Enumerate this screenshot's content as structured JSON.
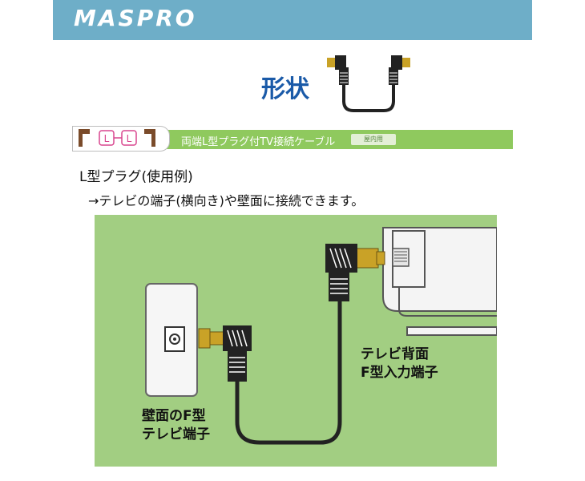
{
  "header": {
    "brand": "MASPRO",
    "color": "#6eaec8"
  },
  "shape": {
    "title": "形状"
  },
  "product": {
    "label": "両端L型プラグ付TV接続ケーブル",
    "badge": "屋内用"
  },
  "usage": {
    "title": "L型プラグ(使用例)",
    "description": "→テレビの端子(横向き)や壁面に接続できます。"
  },
  "diagram": {
    "background": "#a2ce82",
    "tv_label_line1": "テレビ背面",
    "tv_label_line2": "F型入力端子",
    "wall_label_line1": "壁面のF型",
    "wall_label_line2": "テレビ端子"
  }
}
